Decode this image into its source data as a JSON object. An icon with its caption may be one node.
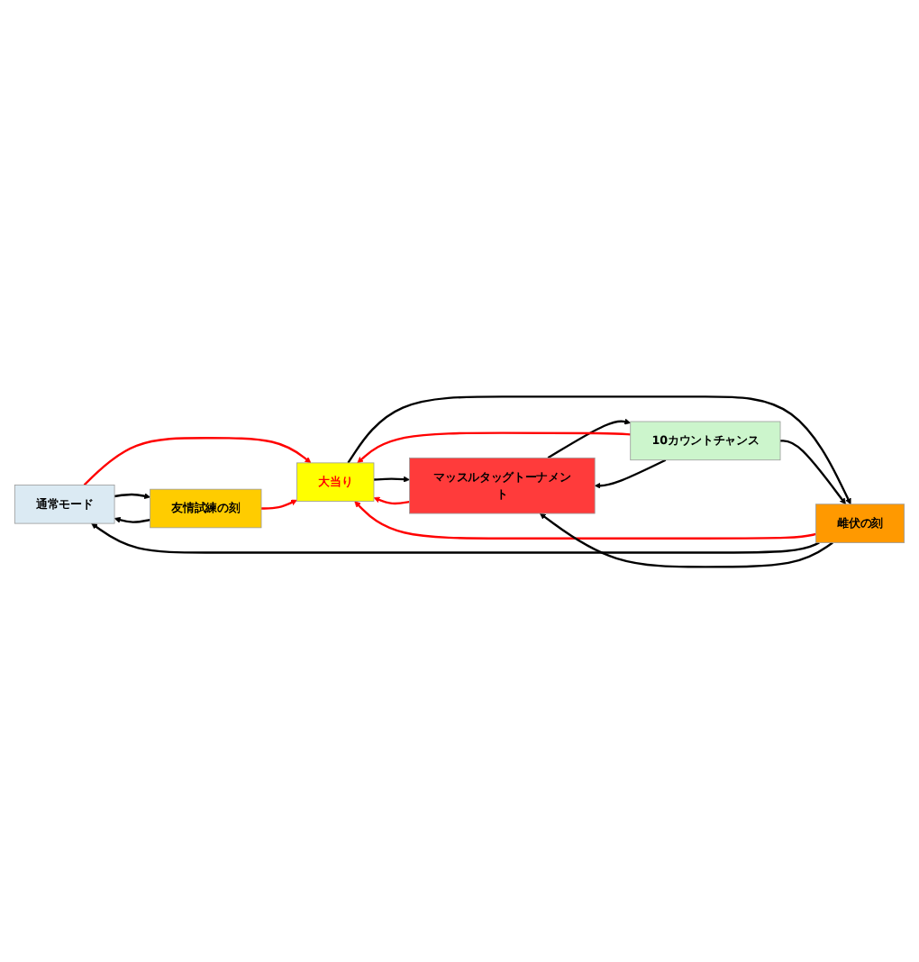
{
  "diagram": {
    "nodes": [
      {
        "text": [
          "通常モード"
        ]
      },
      {
        "text": [
          "友情試練の刻"
        ]
      },
      {
        "text": [
          "雌伏の刻"
        ]
      },
      {
        "text": [
          "大当り"
        ]
      },
      {
        "text": [
          "10カウントチャンス"
        ]
      },
      {
        "text": [
          "マッスルタッグトーナメント"
        ]
      }
    ],
    "edges": [
      {
        "from": 0,
        "to": 3,
        "arrow": "to",
        "color": "#ff0000"
      },
      {
        "from": 5,
        "to": 3,
        "arrow": "to",
        "color": "#ff0000"
      },
      {
        "from": 1,
        "to": 3,
        "arrow": "to",
        "color": "#ff0000"
      },
      {
        "from": 3,
        "to": 5,
        "arrow": "to"
      },
      {
        "from": 0,
        "to": 1,
        "arrow": "to"
      },
      {
        "from": 3,
        "to": 2,
        "arrow": "to"
      },
      {
        "from": 5,
        "to": 4,
        "arrow": "to"
      },
      {
        "from": 1,
        "to": 0,
        "arrow": "to"
      },
      {
        "from": 2,
        "to": 3,
        "arrow": "to",
        "color": "#ff0000"
      },
      {
        "from": 4,
        "to": 3,
        "arrow": "to",
        "color": "#ff0000"
      },
      {
        "from": 4,
        "to": 5,
        "arrow": "to"
      },
      {
        "from": 4,
        "to": 2,
        "arrow": "to"
      },
      {
        "from": 2,
        "to": 0,
        "arrow": "to"
      },
      {
        "from": 2,
        "to": 5,
        "arrow": "to"
      }
    ]
  }
}
